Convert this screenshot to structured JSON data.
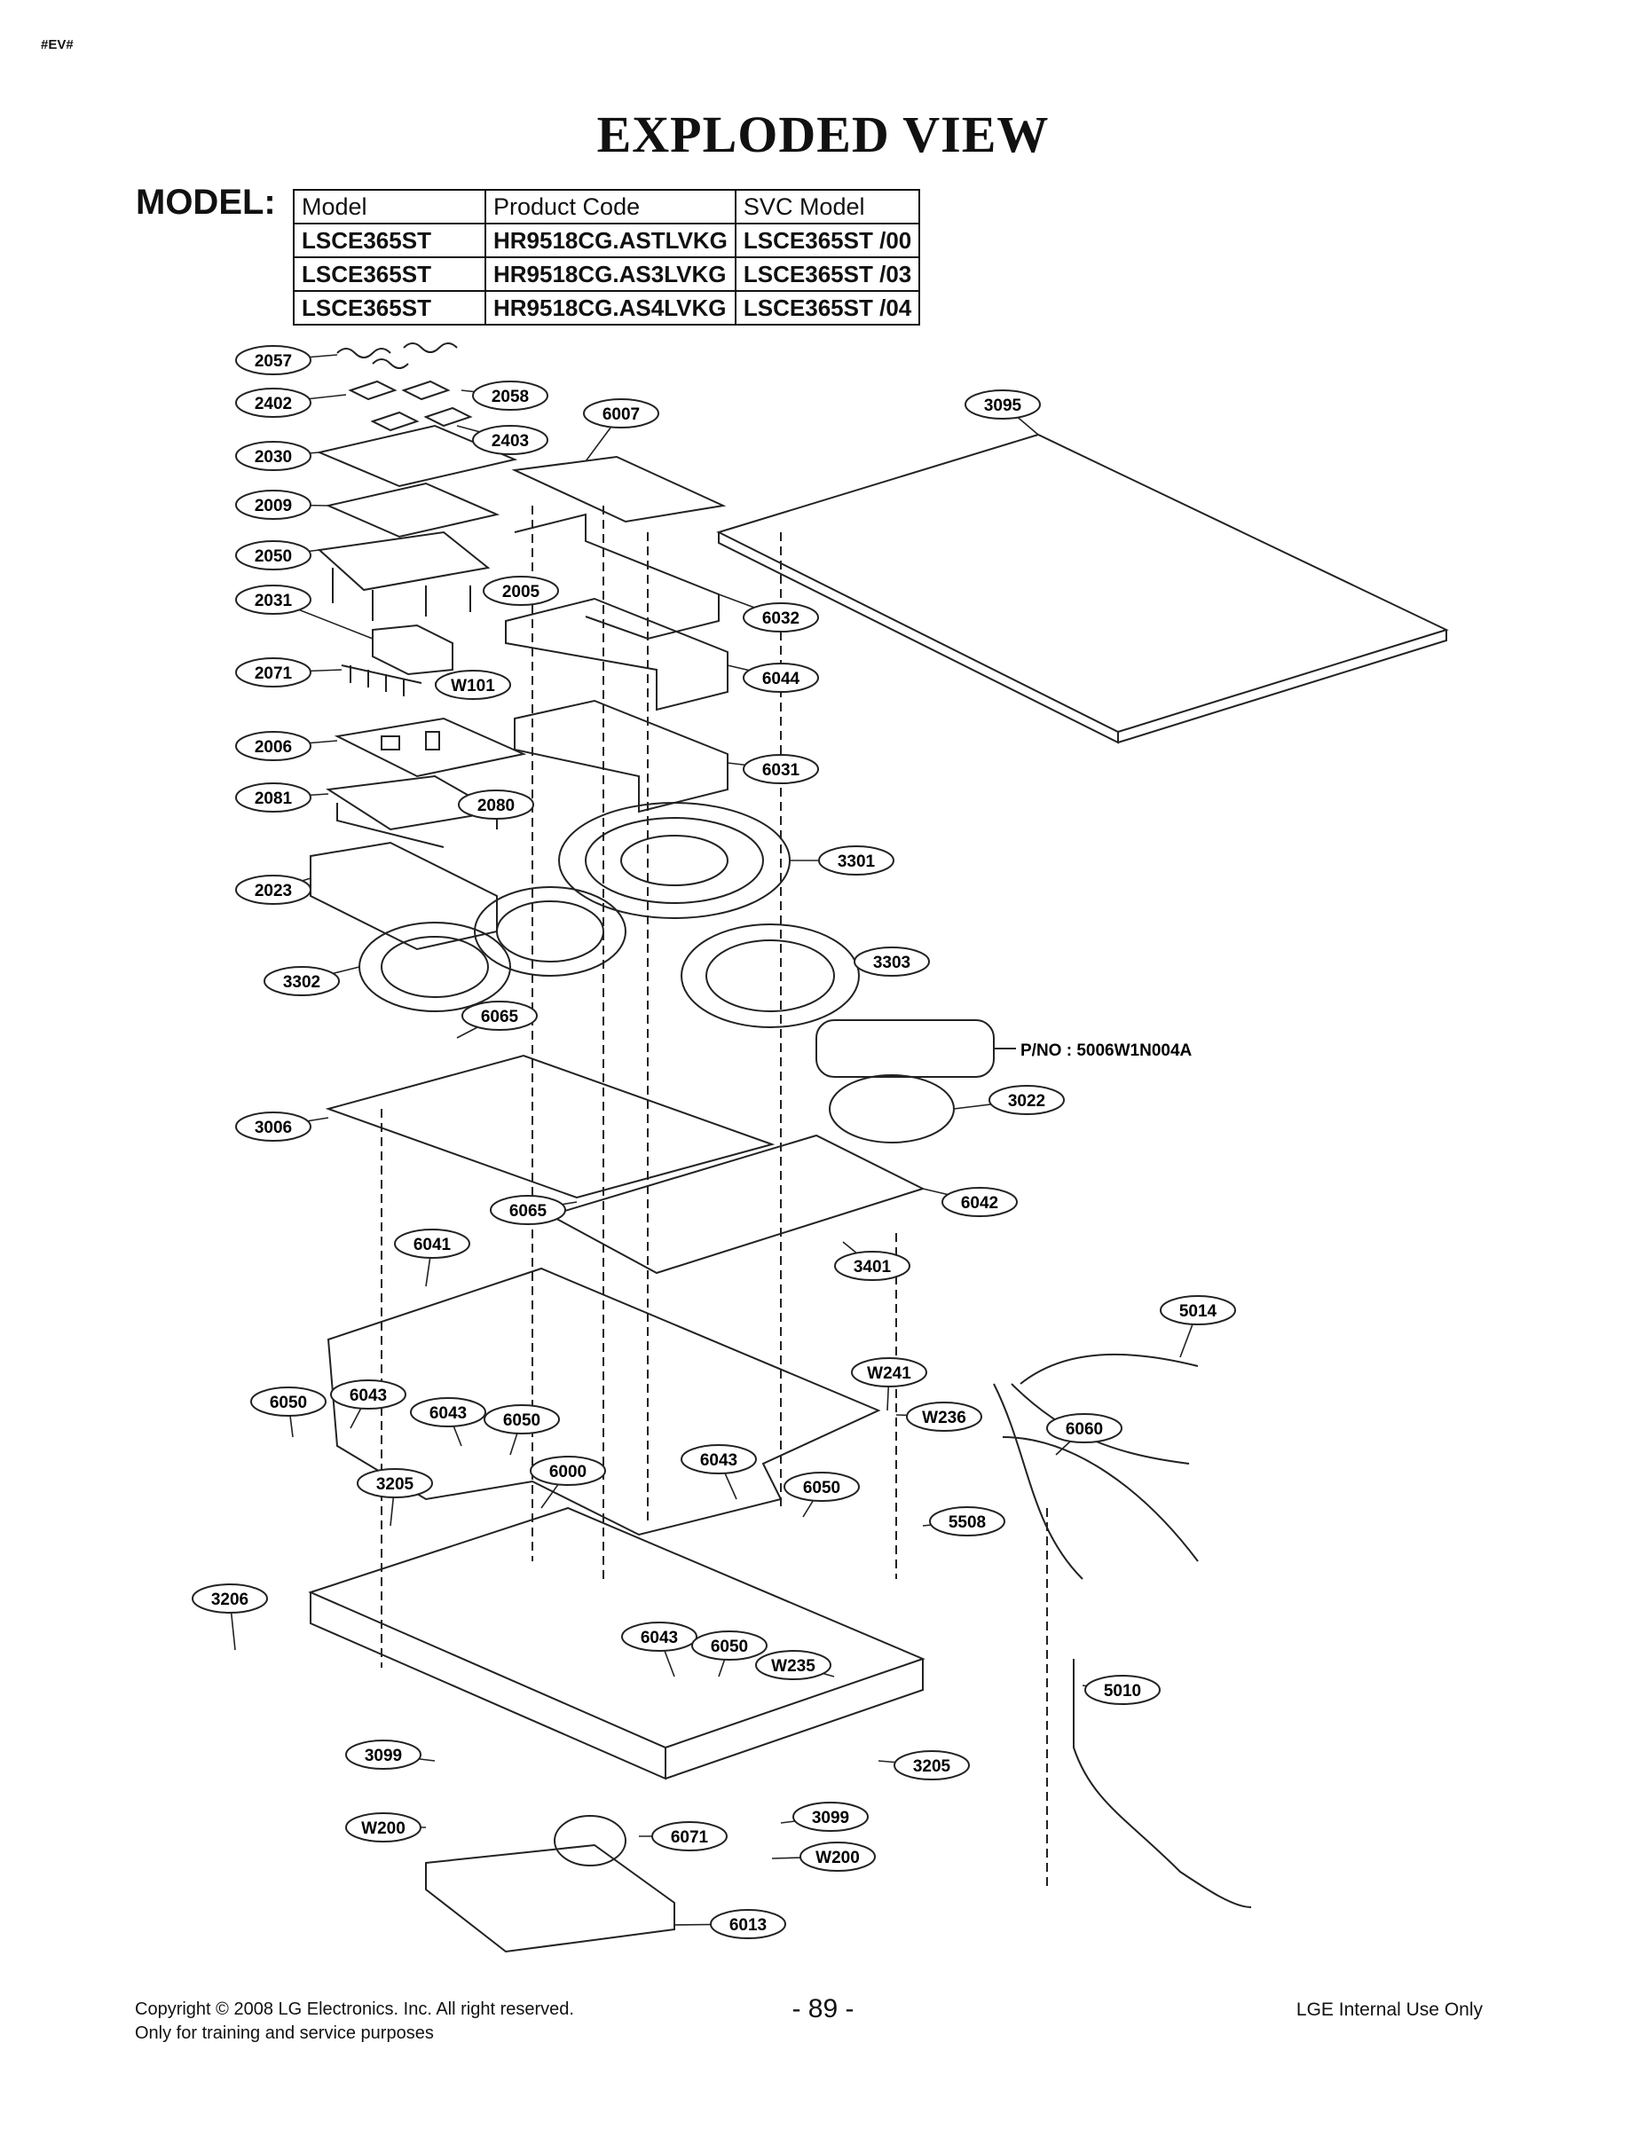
{
  "corner_tag": "#EV#",
  "title": "EXPLODED VIEW",
  "model_label": "MODEL:",
  "model_table": {
    "headers": [
      "Model",
      "Product Code",
      "SVC Model"
    ],
    "rows": [
      [
        "LSCE365ST",
        "HR9518CG.ASTLVKG",
        "LSCE365ST /00"
      ],
      [
        "LSCE365ST",
        "HR9518CG.AS3LVKG",
        "LSCE365ST /03"
      ],
      [
        "LSCE365ST",
        "HR9518CG.AS4LVKG",
        "LSCE365ST /04"
      ]
    ]
  },
  "callouts": [
    "2057",
    "2058",
    "2402",
    "2403",
    "6007",
    "3095",
    "2030",
    "2009",
    "2050",
    "2005",
    "2031",
    "6032",
    "6044",
    "2071",
    "W101",
    "2006",
    "6031",
    "2081",
    "2080",
    "3301",
    "2023",
    "3303",
    "3302",
    "6065",
    "3022",
    "3006",
    "6042",
    "6065",
    "3401",
    "6041",
    "5014",
    "W241",
    "6050",
    "6043",
    "6043",
    "6050",
    "W236",
    "6060",
    "6000",
    "6043",
    "6050",
    "3205",
    "5508",
    "3206",
    "6043",
    "6050",
    "W235",
    "5010",
    "3099",
    "3205",
    "W200",
    "3099",
    "6071",
    "W200",
    "6013"
  ],
  "part_number_label": "P/NO : 5006W1N004A",
  "footer": {
    "copyright_line1": "Copyright © 2008 LG Electronics. Inc. All right reserved.",
    "copyright_line2": "Only for training and service purposes",
    "page_number": "- 89 -",
    "right_text": "LGE Internal Use Only"
  }
}
